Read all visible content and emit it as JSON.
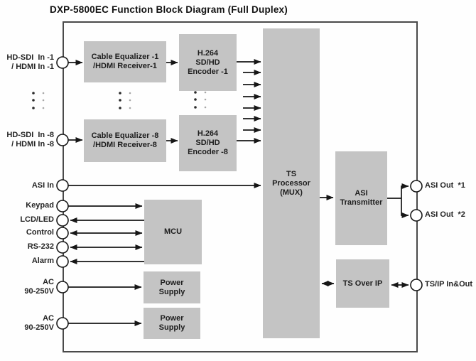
{
  "title": "DXP-5800EC Function Block Diagram (Full Duplex)",
  "colors": {
    "block_fill": "#c4c4c4",
    "outer_border": "#4a4a4a",
    "wire": "#161616",
    "text": "#1d1d1d",
    "background": "#fefefe"
  },
  "blocks": {
    "cable_equalizer_1": "Cable Equalizer -1\n/HDMI Receiver-1",
    "cable_equalizer_8": "Cable Equalizer -8\n/HDMI Receiver-8",
    "encoder_1": "H.264\nSD/HD\nEncoder -1",
    "encoder_8": "H.264\nSD/HD\nEncoder -8",
    "ts_processor": "TS\nProcessor\n(MUX)",
    "asi_transmitter": "ASI\nTransmitter",
    "mcu": "MCU",
    "power_supply_1": "Power\nSupply",
    "power_supply_2": "Power\nSupply",
    "ts_over_ip": "TS Over IP"
  },
  "left_ports": [
    {
      "id": "hdsdi_in_1",
      "label": "HD-SDI  In -1\n/ HDMI In -1",
      "flow": "in"
    },
    {
      "id": "hdsdi_in_8",
      "label": "HD-SDI  In -8\n/ HDMI In -8",
      "flow": "in"
    },
    {
      "id": "asi_in",
      "label": "ASI In",
      "flow": "in"
    },
    {
      "id": "keypad",
      "label": "Keypad",
      "flow": "in"
    },
    {
      "id": "lcd_led",
      "label": "LCD/LED",
      "flow": "out"
    },
    {
      "id": "control",
      "label": "Control",
      "flow": "bidirectional"
    },
    {
      "id": "rs232",
      "label": "RS-232",
      "flow": "bidirectional"
    },
    {
      "id": "alarm",
      "label": "Alarm",
      "flow": "out"
    },
    {
      "id": "ac_1",
      "label": "AC\n90-250V",
      "flow": "in"
    },
    {
      "id": "ac_2",
      "label": "AC\n90-250V",
      "flow": "in"
    }
  ],
  "right_ports": [
    {
      "id": "asi_out_1",
      "label": "ASI Out  *1",
      "flow": "out"
    },
    {
      "id": "asi_out_2",
      "label": "ASI Out  *2",
      "flow": "out"
    },
    {
      "id": "ts_ip_inout",
      "label": "TS/IP In&Out",
      "flow": "bidirectional"
    }
  ],
  "connections": [
    {
      "from": "hdsdi_in_1",
      "to": "cable_equalizer_1",
      "dir": "right"
    },
    {
      "from": "cable_equalizer_1",
      "to": "encoder_1",
      "dir": "right"
    },
    {
      "from": "encoder_1",
      "to": "ts_processor",
      "dir": "right"
    },
    {
      "from": "encoders_2_to_7",
      "to": "ts_processor",
      "dir": "right",
      "count": 6
    },
    {
      "from": "hdsdi_in_8",
      "to": "cable_equalizer_8",
      "dir": "right"
    },
    {
      "from": "cable_equalizer_8",
      "to": "encoder_8",
      "dir": "right"
    },
    {
      "from": "encoder_8",
      "to": "ts_processor",
      "dir": "right"
    },
    {
      "from": "asi_in",
      "to": "ts_processor",
      "dir": "right"
    },
    {
      "from": "keypad",
      "to": "mcu",
      "dir": "right"
    },
    {
      "from": "mcu",
      "to": "lcd_led",
      "dir": "left"
    },
    {
      "from": "control",
      "to": "mcu",
      "dir": "both"
    },
    {
      "from": "rs232",
      "to": "mcu",
      "dir": "both"
    },
    {
      "from": "mcu",
      "to": "alarm",
      "dir": "left"
    },
    {
      "from": "ac_1",
      "to": "power_supply_1",
      "dir": "right"
    },
    {
      "from": "ac_2",
      "to": "power_supply_2",
      "dir": "right"
    },
    {
      "from": "ts_processor",
      "to": "asi_transmitter",
      "dir": "right"
    },
    {
      "from": "asi_transmitter",
      "to": "asi_out_1",
      "dir": "right"
    },
    {
      "from": "asi_transmitter",
      "to": "asi_out_2",
      "dir": "right"
    },
    {
      "from": "ts_processor",
      "to": "ts_over_ip",
      "dir": "both"
    },
    {
      "from": "ts_over_ip",
      "to": "ts_ip_inout",
      "dir": "both"
    }
  ]
}
